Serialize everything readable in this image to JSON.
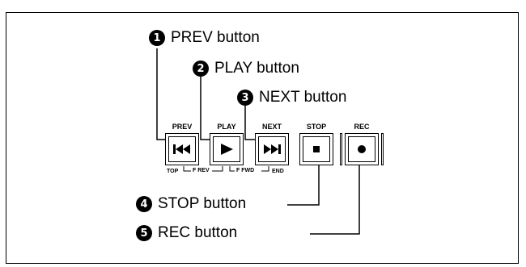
{
  "callouts": [
    {
      "num": "1",
      "label": "PREV button"
    },
    {
      "num": "2",
      "label": "PLAY button"
    },
    {
      "num": "3",
      "label": "NEXT button"
    },
    {
      "num": "4",
      "label": "STOP button"
    },
    {
      "num": "5",
      "label": "REC button"
    }
  ],
  "buttons": [
    {
      "label": "PREV",
      "icon": "previous-track-icon"
    },
    {
      "label": "PLAY",
      "icon": "play-icon"
    },
    {
      "label": "NEXT",
      "icon": "next-track-icon"
    },
    {
      "label": "STOP",
      "icon": "stop-icon"
    },
    {
      "label": "REC",
      "icon": "record-icon"
    }
  ],
  "sublabels": {
    "top": "TOP",
    "f_rev": "F REV",
    "f_fwd": "F FWD",
    "end": "END"
  }
}
